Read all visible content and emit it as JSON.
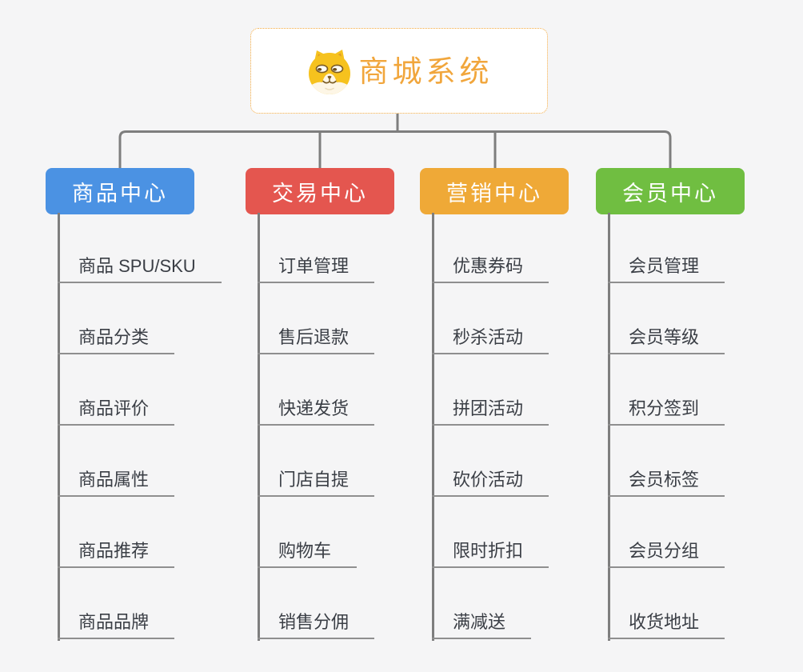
{
  "root": {
    "title": "商城系统",
    "icon": "dog-face"
  },
  "branches": [
    {
      "label": "商品中心",
      "color": "#4B92E3",
      "children": [
        "商品 SPU/SKU",
        "商品分类",
        "商品评价",
        "商品属性",
        "商品推荐",
        "商品品牌"
      ]
    },
    {
      "label": "交易中心",
      "color": "#E4564F",
      "children": [
        "订单管理",
        "售后退款",
        "快递发货",
        "门店自提",
        "购物车",
        "销售分佣"
      ]
    },
    {
      "label": "营销中心",
      "color": "#EFA937",
      "children": [
        "优惠券码",
        "秒杀活动",
        "拼团活动",
        "砍价活动",
        "限时折扣",
        "满减送"
      ]
    },
    {
      "label": "会员中心",
      "color": "#70BE41",
      "children": [
        "会员管理",
        "会员等级",
        "积分签到",
        "会员标签",
        "会员分组",
        "收货地址"
      ]
    }
  ],
  "colors": {
    "background": "#F5F5F6",
    "connector": "#7E7E7E",
    "root_text": "#F1A63C",
    "root_border": "#F3A93F",
    "child_text": "#3A3E45",
    "child_underline": "#8F8F8F"
  }
}
